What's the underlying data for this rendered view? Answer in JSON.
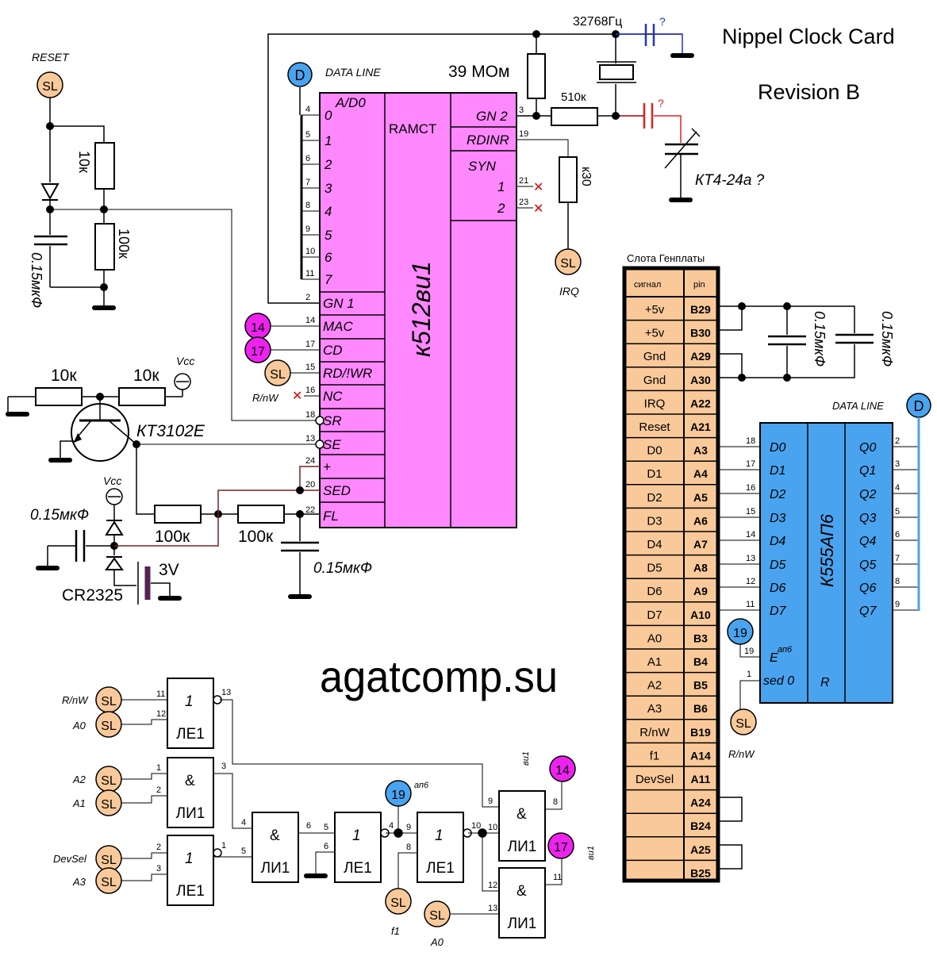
{
  "title": "Nippel Clock Card",
  "subtitle": "Revision B",
  "website": "agatcomp.su",
  "crystal_label": "32768Гц",
  "question": "?",
  "data_line": "DATA LINE",
  "reset_label": "RESET",
  "sl": "SL",
  "d_letter": "D",
  "chip_main": {
    "name": "к512ви1",
    "type_label": "RAMCT",
    "addr_label": "A/D0",
    "syn_label": "SYN",
    "left_pins": [
      {
        "label": "0",
        "num": "4"
      },
      {
        "label": "1",
        "num": "5"
      },
      {
        "label": "2",
        "num": "6"
      },
      {
        "label": "3",
        "num": "7"
      },
      {
        "label": "4",
        "num": "8"
      },
      {
        "label": "5",
        "num": "9"
      },
      {
        "label": "6",
        "num": "10"
      },
      {
        "label": "7",
        "num": "11"
      },
      {
        "label": "GN 1",
        "num": "2"
      },
      {
        "label": "MAC",
        "num": "14"
      },
      {
        "label": "CD",
        "num": "17"
      },
      {
        "label": "RD/!WR",
        "num": "15"
      },
      {
        "label": "NC",
        "num": "16"
      },
      {
        "label": "SR",
        "num": "18"
      },
      {
        "label": "SE",
        "num": "13"
      },
      {
        "label": "+",
        "num": "24"
      },
      {
        "label": "SED",
        "num": "20"
      },
      {
        "label": "FL",
        "num": "22"
      }
    ],
    "right_pins": [
      {
        "label": "GN 2",
        "num": "3"
      },
      {
        "label": "RDINR",
        "num": "19"
      },
      {
        "label": "1",
        "num": "21"
      },
      {
        "label": "2",
        "num": "23"
      }
    ]
  },
  "components": {
    "r_39m": "39 МОм",
    "r_510k": "510к",
    "r_k30": "к30",
    "trimmer": "КТ4-24а ?",
    "r_10k_a": "10к",
    "r_100k_a": "100к",
    "cap_015_a": "0.15мкФ",
    "r_10k_b": "10к",
    "r_10k_c": "10к",
    "vcc": "Vcc",
    "transistor": "КТ3102Е",
    "cap_015_b": "0.15мкФ",
    "r_100k_b": "100к",
    "r_100k_c": "100к",
    "cap_015_c": "0.15мкФ",
    "battery_v": "3V",
    "battery": "CR2325",
    "cap_015_d": "0.15мкФ",
    "cap_015_e": "0.15мкФ"
  },
  "signals": {
    "irq": "IRQ",
    "rnw": "R/nW",
    "a0": "A0",
    "a1": "A1",
    "a2": "A2",
    "a3": "A3",
    "devsel": "DevSel",
    "f1": "f1",
    "an6": "ап6",
    "vi1": "ви1"
  },
  "connector": {
    "title": "Слота Генплаты",
    "col_signal": "сигнал",
    "col_pin": "pin",
    "rows": [
      {
        "signal": "+5v",
        "pin": "B29"
      },
      {
        "signal": "+5v",
        "pin": "B30"
      },
      {
        "signal": "Gnd",
        "pin": "A29"
      },
      {
        "signal": "Gnd",
        "pin": "A30"
      },
      {
        "signal": "IRQ",
        "pin": "A22"
      },
      {
        "signal": "Reset",
        "pin": "A21"
      },
      {
        "signal": "D0",
        "pin": "A3"
      },
      {
        "signal": "D1",
        "pin": "A4"
      },
      {
        "signal": "D2",
        "pin": "A5"
      },
      {
        "signal": "D3",
        "pin": "A6"
      },
      {
        "signal": "D4",
        "pin": "A7"
      },
      {
        "signal": "D5",
        "pin": "A8"
      },
      {
        "signal": "D6",
        "pin": "A9"
      },
      {
        "signal": "D7",
        "pin": "A10"
      },
      {
        "signal": "A0",
        "pin": "B3"
      },
      {
        "signal": "A1",
        "pin": "B4"
      },
      {
        "signal": "A2",
        "pin": "B5"
      },
      {
        "signal": "A3",
        "pin": "B6"
      },
      {
        "signal": "R/nW",
        "pin": "B19"
      },
      {
        "signal": "f1",
        "pin": "A14"
      },
      {
        "signal": "DevSel",
        "pin": "A11"
      },
      {
        "signal": "",
        "pin": "A24"
      },
      {
        "signal": "",
        "pin": "B24"
      },
      {
        "signal": "",
        "pin": "A25"
      },
      {
        "signal": "",
        "pin": "B25"
      }
    ]
  },
  "buffer_chip": {
    "name": "К555АП6",
    "r_label": "R",
    "e_label": "E",
    "e_sup": "ап6",
    "sed_label": "sed 0",
    "inputs": [
      {
        "label": "D0",
        "num": "18"
      },
      {
        "label": "D1",
        "num": "17"
      },
      {
        "label": "D2",
        "num": "16"
      },
      {
        "label": "D3",
        "num": "15"
      },
      {
        "label": "D4",
        "num": "14"
      },
      {
        "label": "D5",
        "num": "13"
      },
      {
        "label": "D6",
        "num": "12"
      },
      {
        "label": "D7",
        "num": "11"
      }
    ],
    "outputs": [
      {
        "label": "Q0",
        "num": "2"
      },
      {
        "label": "Q1",
        "num": "3"
      },
      {
        "label": "Q2",
        "num": "4"
      },
      {
        "label": "Q3",
        "num": "5"
      },
      {
        "label": "Q4",
        "num": "6"
      },
      {
        "label": "Q5",
        "num": "7"
      },
      {
        "label": "Q6",
        "num": "8"
      },
      {
        "label": "Q7",
        "num": "9"
      }
    ],
    "e_num": "19",
    "sed_num": "1"
  },
  "gates": {
    "g1": {
      "type": "ЛЕ1",
      "sym": "1",
      "in1": "11",
      "in2": "12",
      "out": "13"
    },
    "g2": {
      "type": "ЛИ1",
      "sym": "&",
      "in1": "1",
      "in2": "2",
      "out": "3"
    },
    "g3": {
      "type": "ЛЕ1",
      "sym": "1",
      "in1": "2",
      "in2": "3",
      "out": "1"
    },
    "g4": {
      "type": "ЛИ1",
      "sym": "&",
      "in1": "4",
      "in2": "5",
      "out": "6"
    },
    "g5": {
      "type": "ЛЕ1",
      "sym": "1",
      "in1": "5",
      "in2": "6",
      "out": "4"
    },
    "g6": {
      "type": "ЛЕ1",
      "sym": "1",
      "in1": "9",
      "in2": "8",
      "out": "10"
    },
    "g7": {
      "type": "ЛИ1",
      "sym": "&",
      "in1": "9",
      "in2": "10",
      "out": "8"
    },
    "g8": {
      "type": "ЛИ1",
      "sym": "&",
      "in1": "12",
      "in2": "13",
      "out": "11"
    }
  },
  "pin_numbers": {
    "p14": "14",
    "p17": "17",
    "p19": "19"
  }
}
